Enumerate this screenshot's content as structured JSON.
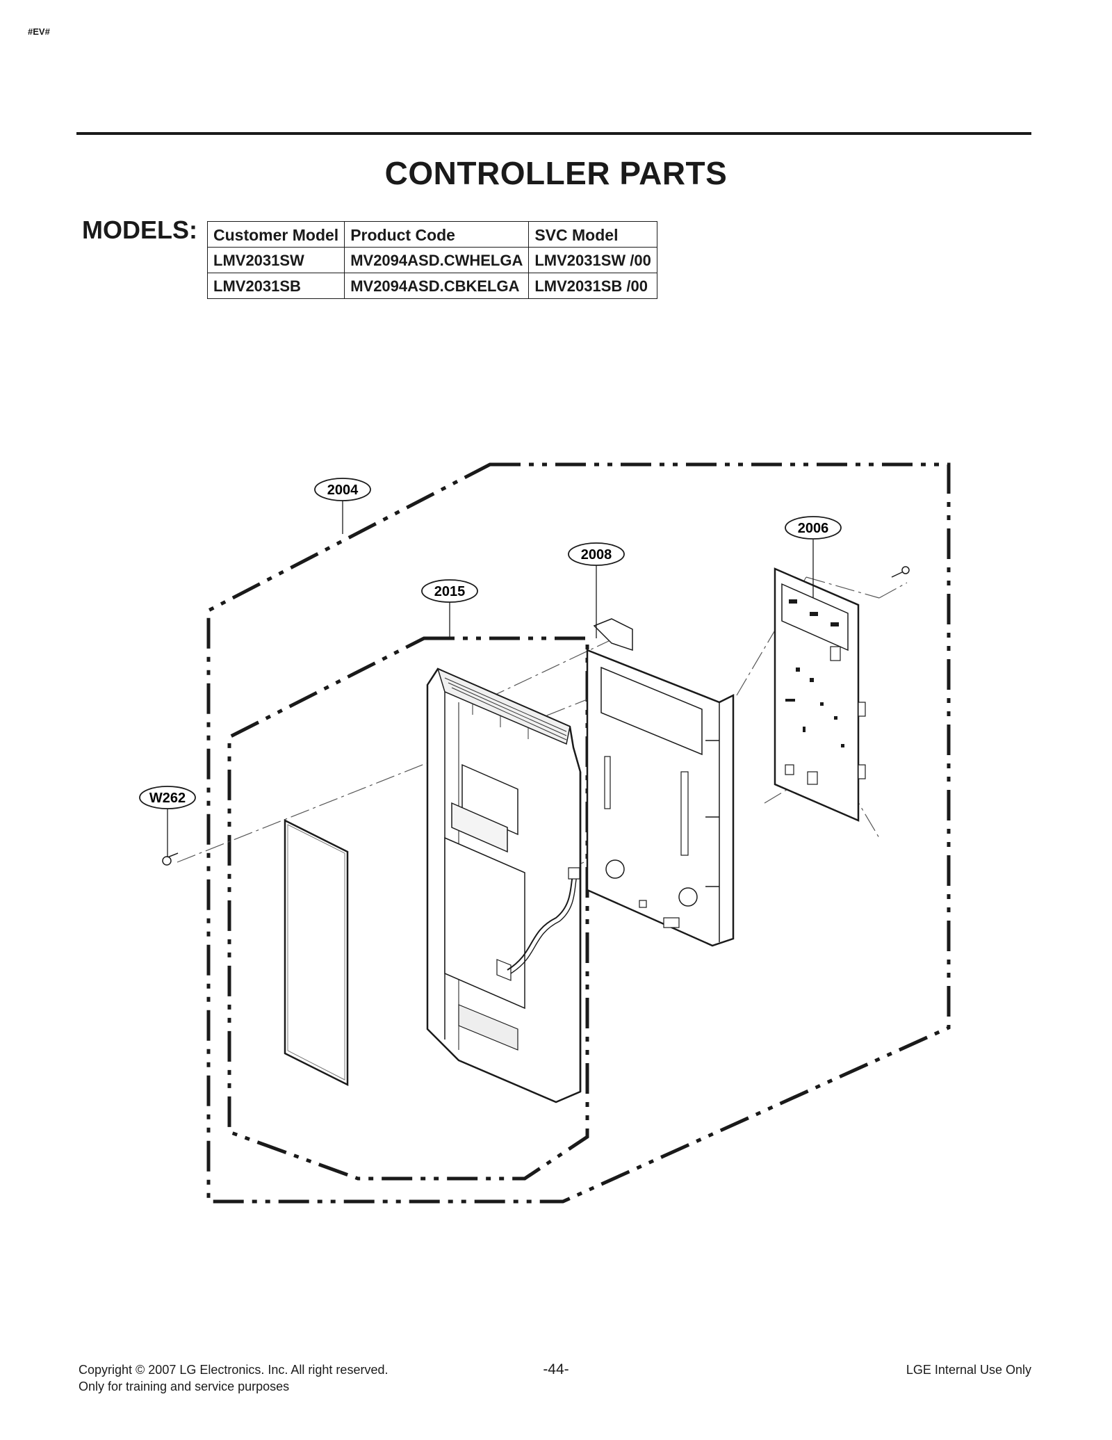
{
  "header": {
    "tag": "#EV#"
  },
  "title": "CONTROLLER PARTS",
  "models": {
    "label": "MODELS:",
    "columns": [
      "Customer Model",
      "Product Code",
      "SVC Model"
    ],
    "rows": [
      [
        "LMV2031SW",
        "MV2094ASD.CWHELGA",
        "LMV2031SW /00"
      ],
      [
        "LMV2031SB",
        "MV2094ASD.CBKELGA",
        "LMV2031SB /00"
      ]
    ]
  },
  "diagram": {
    "callouts": [
      "2004",
      "2006",
      "2008",
      "2015",
      "W262"
    ]
  },
  "footer": {
    "copyright": "Copyright © 2007 LG Electronics. Inc. All right reserved.",
    "purpose": "Only for training and service purposes",
    "page": "-44-",
    "internal": "LGE Internal Use Only"
  }
}
